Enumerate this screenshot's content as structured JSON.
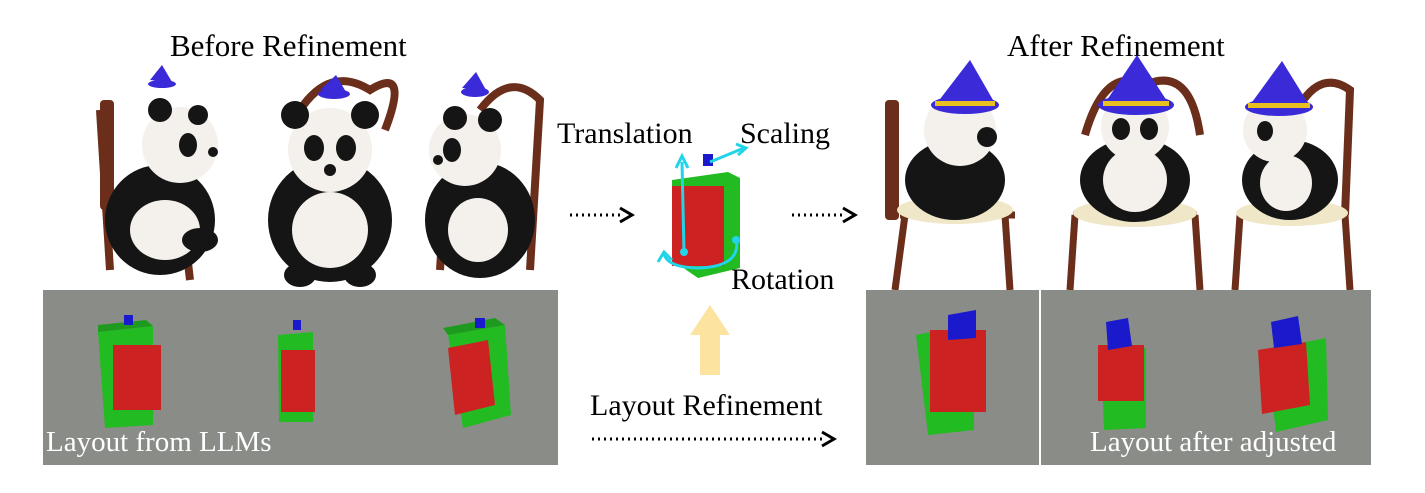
{
  "before": {
    "title": "Before Refinement",
    "caption": "Layout from LLMs"
  },
  "after": {
    "title": "After Refinement",
    "caption": "Layout after adjusted"
  },
  "ops": {
    "translation": "Translation",
    "scaling": "Scaling",
    "rotation": "Rotation"
  },
  "refinement_label": "Layout Refinement",
  "colors": {
    "box_red": "#cc2222",
    "box_green": "#22bb22",
    "box_blue": "#1a1acc",
    "panel_gray": "#8a8c88",
    "axis_cyan": "#22d4e8",
    "arrow_yellow": "#fde3a0",
    "panda_white": "#f4f0ec",
    "panda_black": "#151515",
    "hat_blue": "#3a2ad8",
    "chair_brown": "#6a2e1a"
  },
  "icons": [
    "panda-image",
    "layout-box-icon",
    "translation-arrow-icon",
    "scaling-arrow-icon",
    "rotation-arrow-icon",
    "dotted-arrow-icon",
    "up-arrow-icon"
  ]
}
